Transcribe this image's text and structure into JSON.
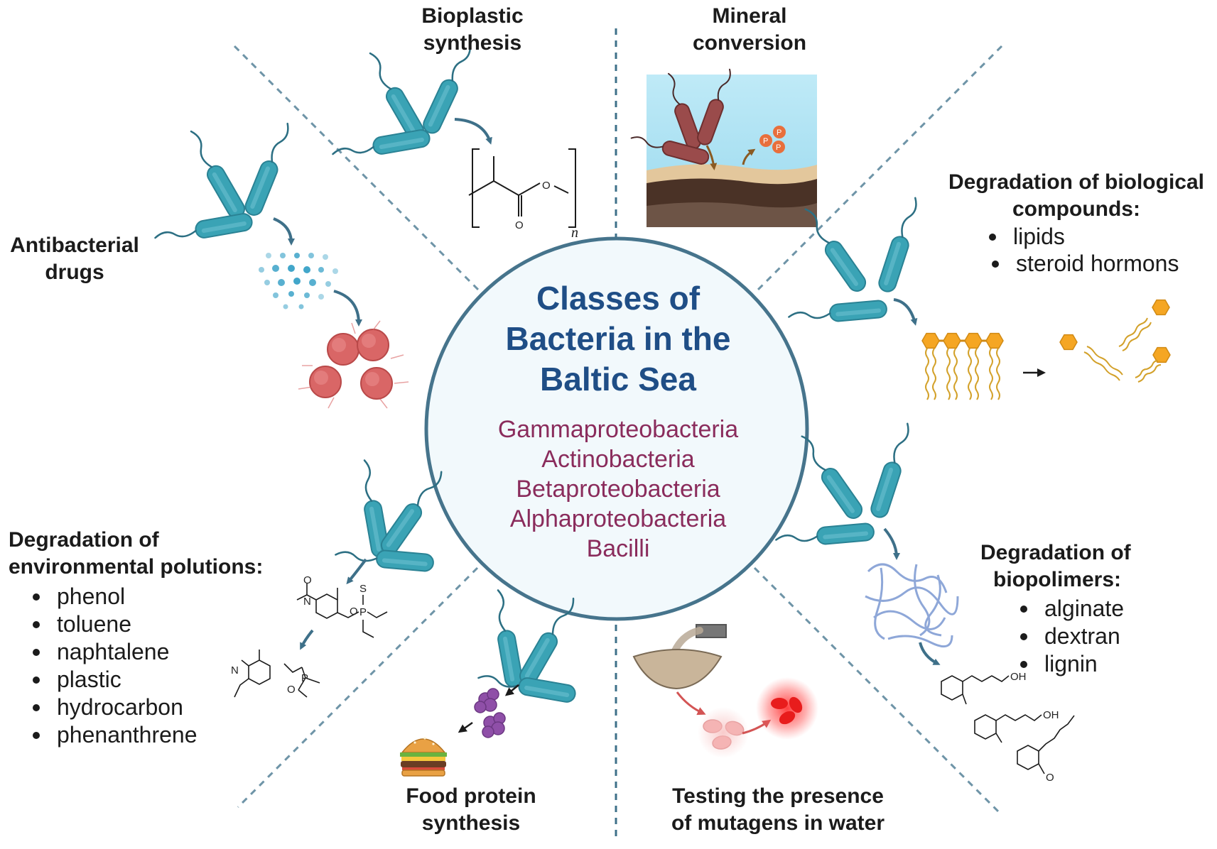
{
  "center": {
    "title_lines": [
      "Classes of",
      "Bacteria in the",
      "Baltic Sea"
    ],
    "classes": [
      "Gammaproteobacteria",
      "Actinobacteria",
      "Betaproteobacteria",
      "Alphaproteobacteria",
      "Bacilli"
    ]
  },
  "sections": {
    "bioplastic": {
      "lines": [
        "Bioplastic",
        "synthesis"
      ],
      "subscript": "n",
      "atom_o": "O"
    },
    "mineral": {
      "lines": [
        "Mineral",
        "conversion"
      ],
      "badge": "P"
    },
    "biological": {
      "lines": [
        "Degradation of biological",
        "compounds:"
      ],
      "items": [
        "lipids",
        "steroid hormons"
      ]
    },
    "biopolimers": {
      "lines": [
        "Degradation of",
        "biopolimers:"
      ],
      "items": [
        "alginate",
        "dextran",
        "lignin"
      ],
      "chem_labels": [
        "OH",
        "OH",
        "O"
      ]
    },
    "mutagens": {
      "lines": [
        "Testing the presence",
        "of mutagens in water"
      ]
    },
    "food": {
      "lines": [
        "Food protein",
        "synthesis"
      ]
    },
    "environmental": {
      "lines": [
        "Degradation of",
        "environmental polutions:"
      ],
      "items": [
        "phenol",
        "toluene",
        "naphtalene",
        "plastic",
        "hydrocarbon",
        "phenanthrene"
      ],
      "chem_labels": [
        "O",
        "N",
        "S",
        "P",
        "O"
      ]
    },
    "antibacterial": {
      "lines": [
        "Antibacterial",
        "drugs"
      ]
    }
  },
  "colors": {
    "title": "#1f4e86",
    "classes": "#8a2c5c",
    "bacterium": "#3aa3b5",
    "divider": "#3e7089",
    "circle_border": "#46748c",
    "circle_fill": "#f2f9fc",
    "pathogen": "#d96666",
    "hexagon": "#f5a623"
  }
}
